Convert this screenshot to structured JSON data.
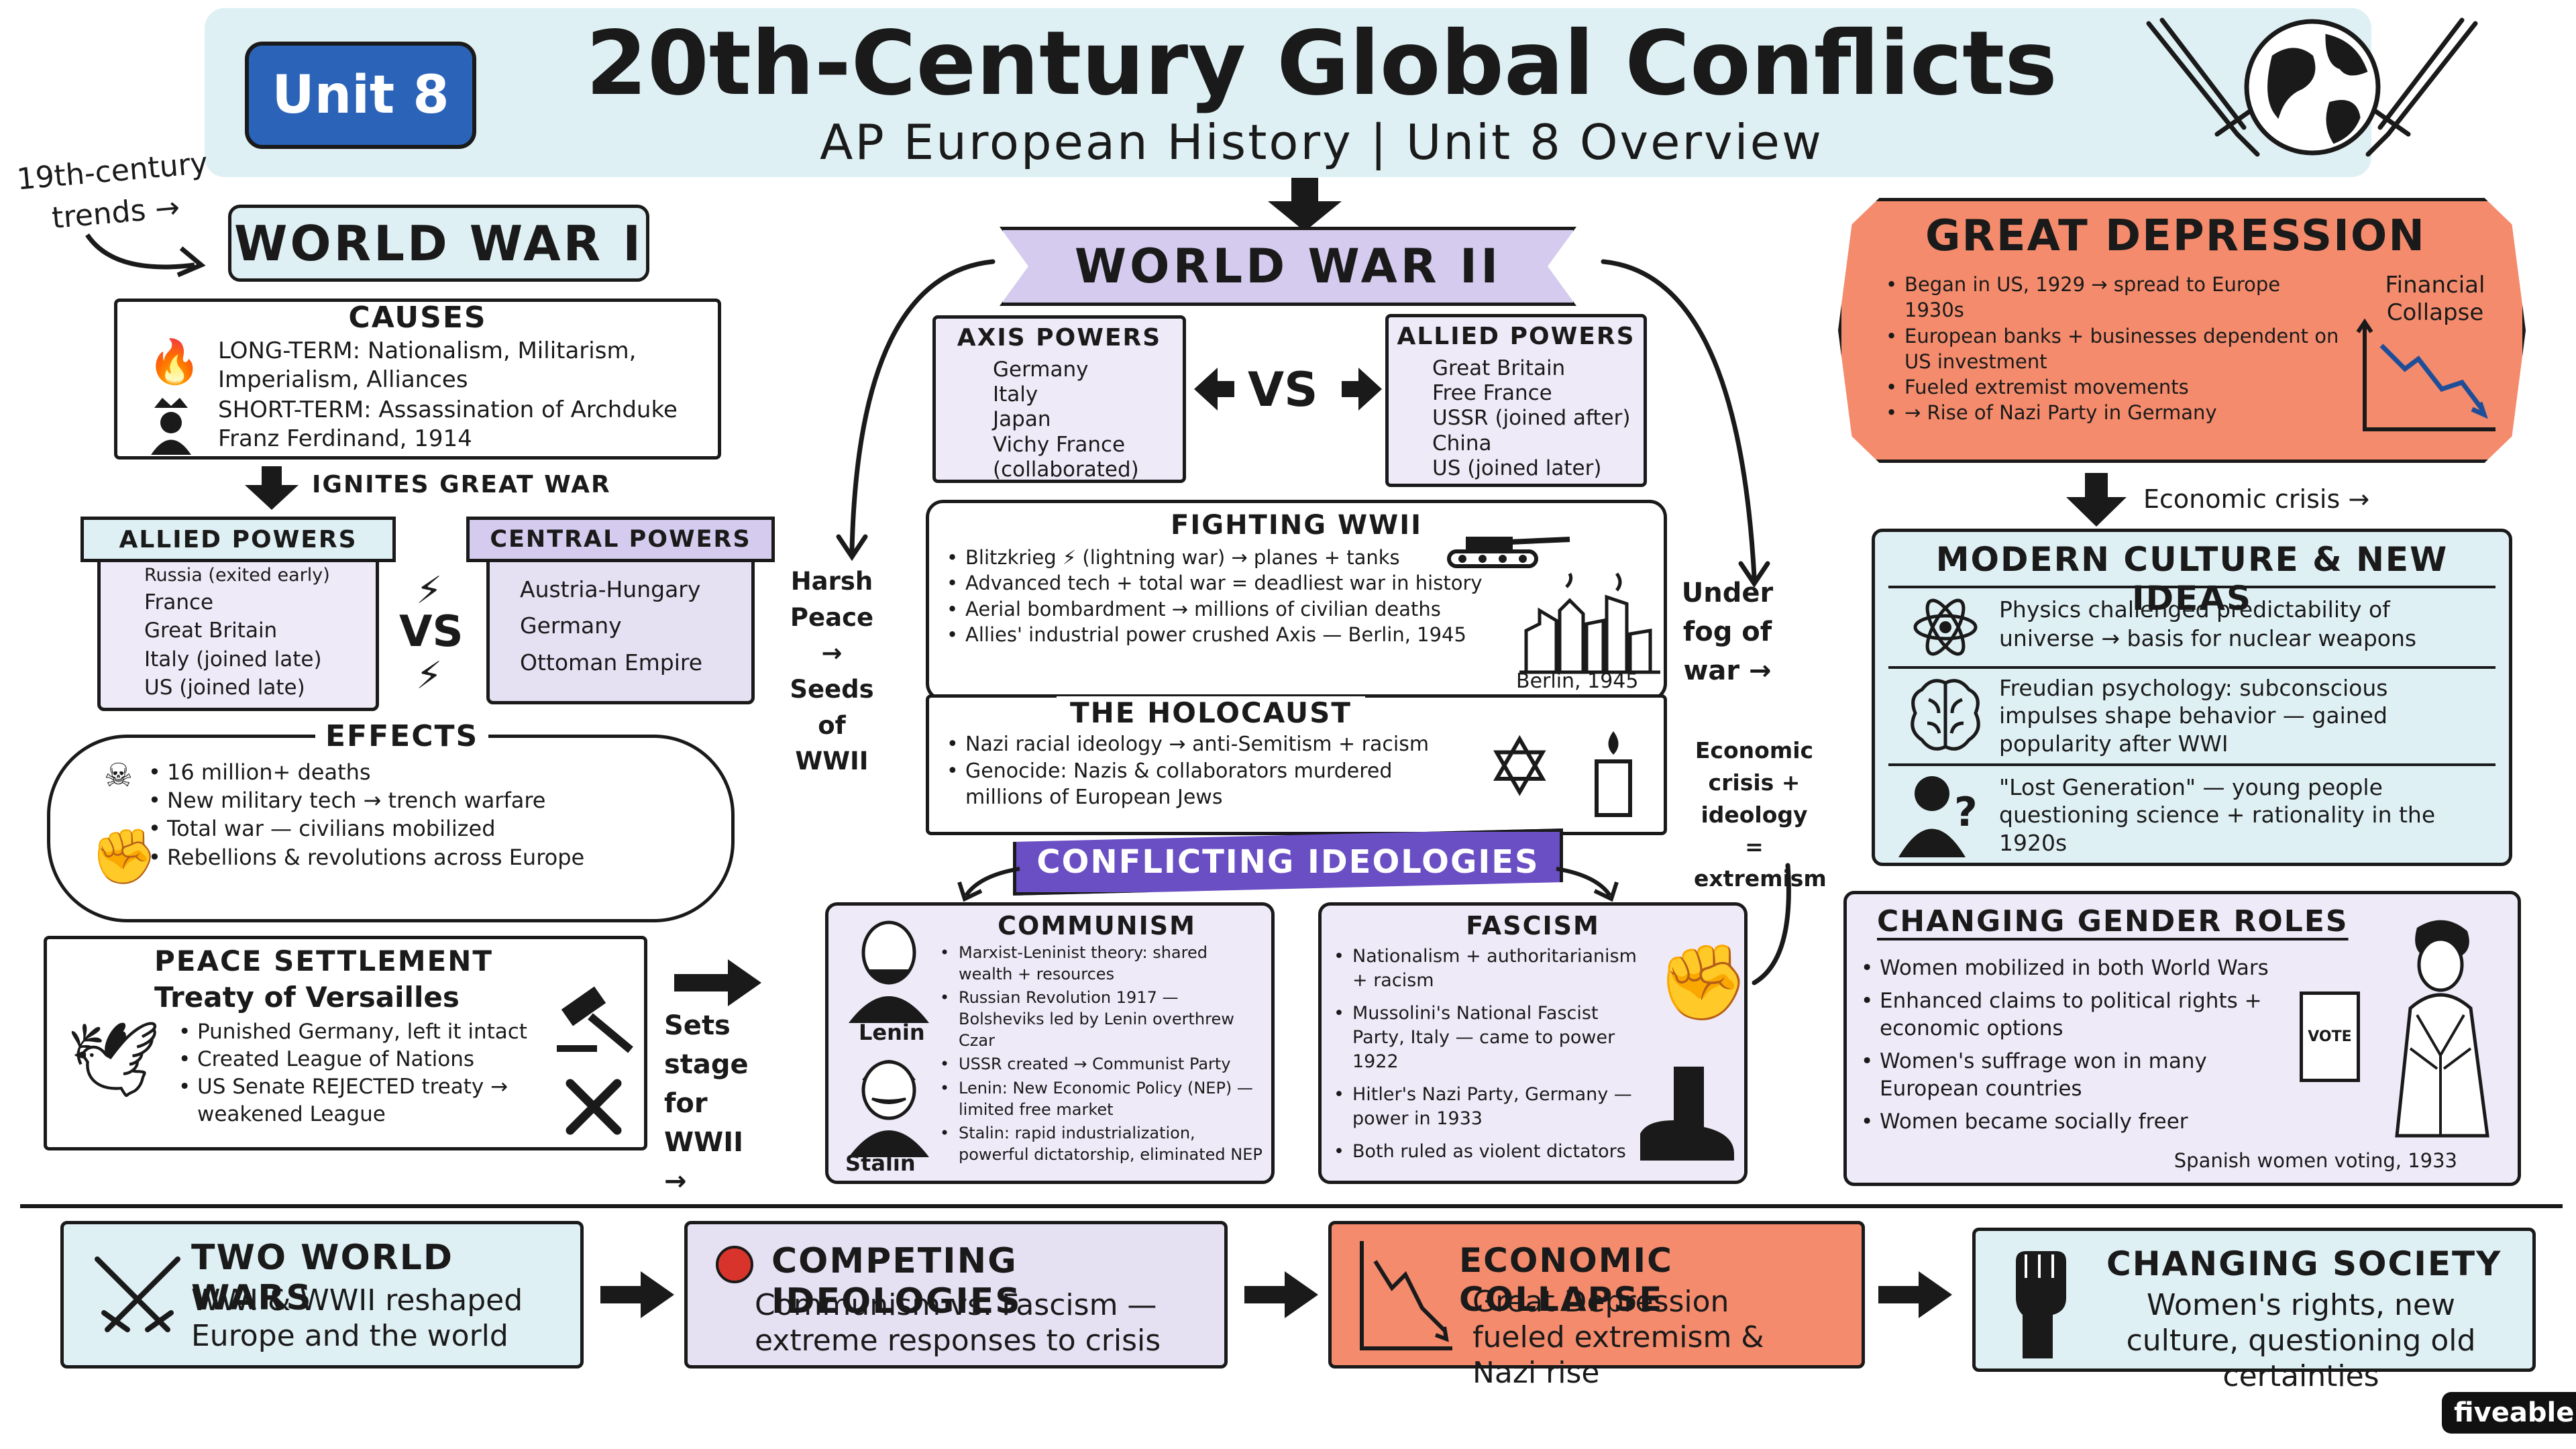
{
  "header": {
    "unit_badge": "Unit 8",
    "title": "20th-Century Global Conflicts",
    "subtitle": "AP European History | Unit 8 Overview"
  },
  "ww1": {
    "trends_note": "19th-century trends →",
    "title": "WORLD WAR I",
    "causes": {
      "title": "CAUSES",
      "long_term": "LONG-TERM: Nationalism, Militarism, Imperialism, Alliances",
      "short_term": "SHORT-TERM: Assassination of Archduke Franz Ferdinand, 1914"
    },
    "ignites": "IGNITES GREAT WAR",
    "allied": {
      "title": "ALLIED POWERS",
      "items": [
        "Russia (exited early)",
        "France",
        "Great Britain",
        "Italy (joined late)",
        "US (joined late)"
      ]
    },
    "vs": "VS",
    "central": {
      "title": "CENTRAL POWERS",
      "items": [
        "Austria-Hungary",
        "Germany",
        "Ottoman Empire"
      ]
    },
    "effects": {
      "title": "EFFECTS",
      "items": [
        "16 million+ deaths",
        "New military tech → trench warfare",
        "Total war — civilians mobilized",
        "Rebellions & revolutions across Europe"
      ]
    },
    "peace": {
      "title": "PEACE SETTLEMENT",
      "treaty": "Treaty of Versailles",
      "items": [
        "Punished Germany, left it intact",
        "Created League of Nations",
        "US Senate REJECTED treaty → weakened League"
      ]
    },
    "sets_stage": "Sets stage for WWII →"
  },
  "ww2": {
    "title": "WORLD WAR II",
    "harsh_peace": "Harsh Peace → Seeds of WWII",
    "axis": {
      "title": "AXIS POWERS",
      "items": [
        "Germany",
        "Italy",
        "Japan",
        "Vichy France (collaborated)"
      ]
    },
    "vs": "VS",
    "allies": {
      "title": "ALLIED POWERS",
      "items": [
        "Great Britain",
        "Free France",
        "USSR (joined after)",
        "China",
        "US (joined later)"
      ]
    },
    "fighting": {
      "title": "FIGHTING WWII",
      "items": [
        "Blitzkrieg ⚡ (lightning war) → planes + tanks",
        "Advanced tech + total war = deadliest war in history",
        "Aerial bombardment → millions of civilian deaths",
        "Allies' industrial power crushed Axis — Berlin, 1945"
      ],
      "caption": "Berlin, 1945"
    },
    "holocaust": {
      "title": "THE HOLOCAUST",
      "items": [
        "Nazi racial ideology → anti-Semitism + racism",
        "Genocide: Nazis & collaborators murdered millions of European Jews"
      ]
    },
    "fog_note": "Under fog of war →",
    "econ_note": "Economic crisis + ideology = extremism"
  },
  "ideologies": {
    "banner": "CONFLICTING IDEOLOGIES",
    "communism": {
      "title": "COMMUNISM",
      "items": [
        "Marxist-Leninist theory: shared wealth + resources",
        "Russian Revolution 1917 — Bolsheviks led by Lenin overthrew Czar",
        "USSR created → Communist Party",
        "Lenin: New Economic Policy (NEP) — limited free market",
        "Stalin: rapid industrialization, powerful dictatorship, eliminated NEP"
      ],
      "lenin": "Lenin",
      "stalin": "Stalin"
    },
    "fascism": {
      "title": "FASCISM",
      "items": [
        "Nationalism + authoritarianism + racism",
        "Mussolini's National Fascist Party, Italy — came to power 1922",
        "Hitler's Nazi Party, Germany — power in 1933",
        "Both ruled as violent dictators"
      ]
    }
  },
  "depression": {
    "title": "GREAT DEPRESSION",
    "items": [
      "Began in US, 1929 → spread to Europe 1930s",
      "European banks + businesses dependent on US investment",
      "Fueled extremist movements",
      "→ Rise of Nazi Party in Germany"
    ],
    "chart_label": "Financial Collapse",
    "econ_crisis": "Economic crisis →"
  },
  "culture": {
    "title": "MODERN CULTURE & NEW IDEAS",
    "items": [
      "Physics challenged predictability of universe → basis for nuclear weapons",
      "Freudian psychology: subconscious impulses shape behavior — gained popularity after WWI",
      "\"Lost Generation\" — young people questioning science + rationality in the 1920s"
    ]
  },
  "gender": {
    "title": "CHANGING GENDER ROLES",
    "items": [
      "Women mobilized in both World Wars",
      "Enhanced claims to political rights + economic options",
      "Women's suffrage won in many European countries",
      "Women became socially freer"
    ],
    "vote": "VOTE",
    "caption": "Spanish women voting, 1933"
  },
  "summary": [
    {
      "title": "TWO WORLD WARS",
      "text": "WWI & WWII reshaped Europe and the world"
    },
    {
      "title": "COMPETING IDEOLOGIES",
      "text": "Communism vs. Fascism — extreme responses to crisis"
    },
    {
      "title": "ECONOMIC COLLAPSE",
      "text": "Great Depression fueled extremism & Nazi rise"
    },
    {
      "title": "CHANGING SOCIETY",
      "text": "Women's rights, new culture, questioning old certainties"
    }
  ],
  "brand": "fiveable",
  "colors": {
    "blue": "#dff0f4",
    "lavender": "#e6e0f3",
    "orange": "#f48b6c",
    "badge": "#2a63b8",
    "red_dot": "#d9342b"
  }
}
